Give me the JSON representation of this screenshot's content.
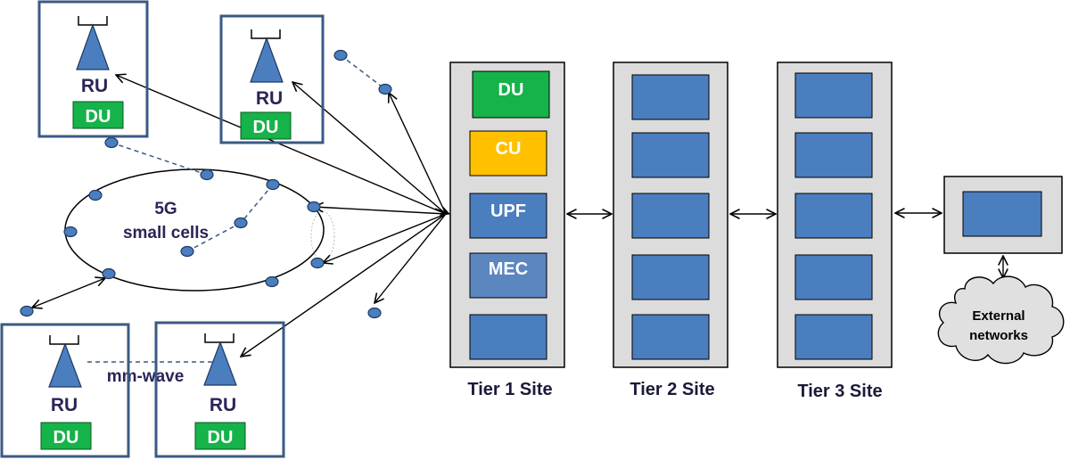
{
  "colors": {
    "ru_blue": "#4a7ebf",
    "du_green": "#16b24a",
    "cu_yellow": "#ffc000",
    "mec_blue": "#5b86c0",
    "frame": "#3a5a85",
    "site_fill": "#dcdcdc"
  },
  "ru_units": [
    {
      "ru_label": "RU",
      "du_label": "DU"
    },
    {
      "ru_label": "RU",
      "du_label": "DU"
    },
    {
      "ru_label": "RU",
      "du_label": "DU"
    },
    {
      "ru_label": "RU",
      "du_label": "DU"
    }
  ],
  "small_cells_label_line1": "5G",
  "small_cells_label_line2": "small cells",
  "mmwave_label": "mm-wave",
  "tier1": {
    "label": "Tier 1 Site",
    "functions": [
      "DU",
      "CU",
      "UPF",
      "MEC",
      ""
    ]
  },
  "tier2": {
    "label": "Tier 2 Site"
  },
  "tier3": {
    "label": "Tier 3 Site"
  },
  "external_line1": "External",
  "external_line2": "networks"
}
